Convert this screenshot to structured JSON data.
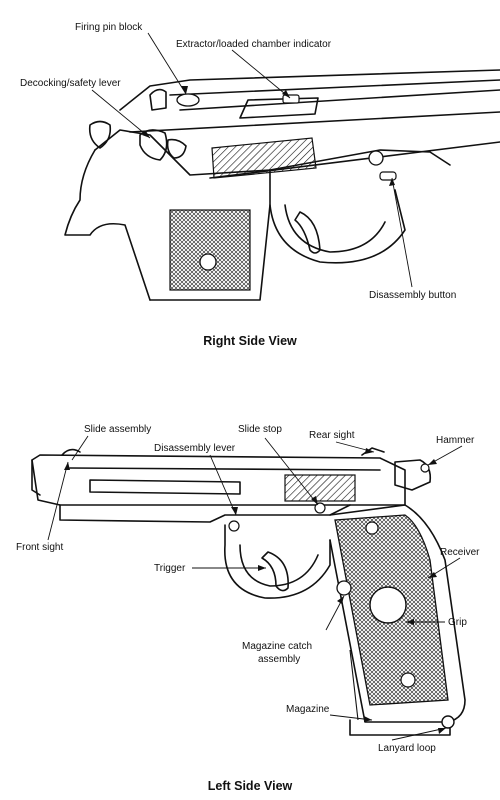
{
  "views": [
    {
      "id": "right",
      "caption": "Right Side View",
      "labels": [
        {
          "id": "firing-pin-block",
          "text": "Firing pin block"
        },
        {
          "id": "extractor",
          "text": "Extractor/loaded chamber indicator"
        },
        {
          "id": "decocking-lever",
          "text": "Decocking/safety lever"
        },
        {
          "id": "disassembly-button",
          "text": "Disassembly button"
        }
      ]
    },
    {
      "id": "left",
      "caption": "Left Side View",
      "labels": [
        {
          "id": "slide-assembly",
          "text": "Slide assembly"
        },
        {
          "id": "disassembly-lever",
          "text": "Disassembly lever"
        },
        {
          "id": "slide-stop",
          "text": "Slide stop"
        },
        {
          "id": "rear-sight",
          "text": "Rear sight"
        },
        {
          "id": "hammer",
          "text": "Hammer"
        },
        {
          "id": "front-sight",
          "text": "Front sight"
        },
        {
          "id": "trigger",
          "text": "Trigger"
        },
        {
          "id": "receiver",
          "text": "Receiver"
        },
        {
          "id": "grip",
          "text": "Grip"
        },
        {
          "id": "magazine-catch-1",
          "text": "Magazine catch"
        },
        {
          "id": "magazine-catch-2",
          "text": "assembly"
        },
        {
          "id": "magazine",
          "text": "Magazine"
        },
        {
          "id": "lanyard-loop",
          "text": "Lanyard loop"
        }
      ]
    }
  ]
}
